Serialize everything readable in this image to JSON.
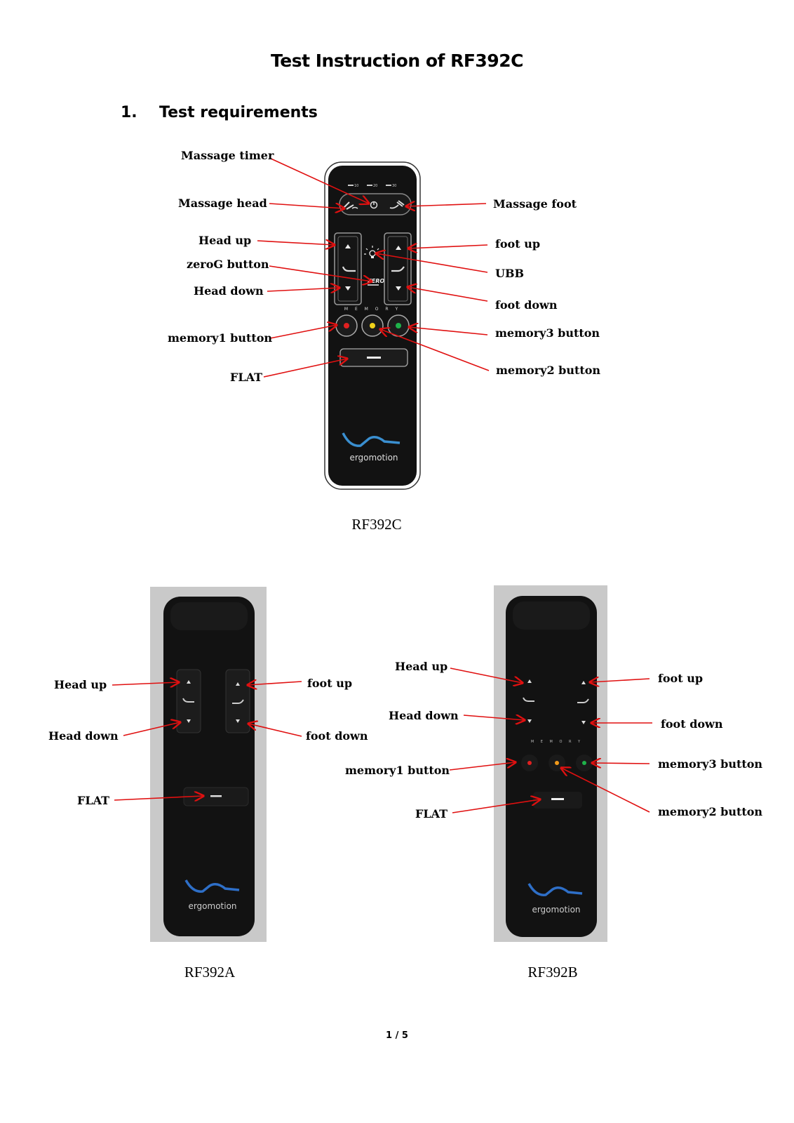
{
  "document": {
    "title": "Test Instruction of RF392C",
    "section_number": "1.",
    "section_title": "Test requirements",
    "page_number": "1 / 5"
  },
  "remote_c": {
    "caption": "RF392C",
    "brand": "ergomotion",
    "timer_marks": [
      "10",
      "20",
      "30"
    ],
    "memory_text": "M E M O R Y",
    "labels": {
      "massage_timer": "Massage timer",
      "massage_head": "Massage head",
      "massage_foot": "Massage foot",
      "head_up": "Head  up",
      "zerog_button": "zeroG button",
      "head_down": "Head  down",
      "foot_up": "foot  up",
      "ubb": "UBB",
      "foot_down": "foot  down",
      "memory1_button": "memory1 button",
      "memory3_button": "memory3 button",
      "memory2_button": "memory2 button",
      "flat": "FLAT"
    },
    "memory_colors": [
      "#e02020",
      "#f2d21a",
      "#1fb24a"
    ]
  },
  "remote_a": {
    "caption": "RF392A",
    "brand": "ergomotion",
    "labels": {
      "head_up": "Head  up",
      "head_down": "Head  down",
      "foot_up": "foot  up",
      "foot_down": "foot  down",
      "flat": "FLAT"
    }
  },
  "remote_b": {
    "caption": "RF392B",
    "brand": "ergomotion",
    "memory_text": "M E M O R Y",
    "labels": {
      "head_up": "Head  up",
      "head_down": "Head  down",
      "foot_up": "foot  up",
      "foot_down": "foot  down",
      "memory1_button": "memory1 button",
      "memory3_button": "memory3 button",
      "memory2_button": "memory2 button",
      "flat": "FLAT"
    },
    "memory_colors": [
      "#e02020",
      "#f29a1a",
      "#1fb24a"
    ]
  },
  "colors": {
    "arrow": "#e01010",
    "remote_body": "#121212",
    "brand_swoosh": "#3a8fd0"
  }
}
